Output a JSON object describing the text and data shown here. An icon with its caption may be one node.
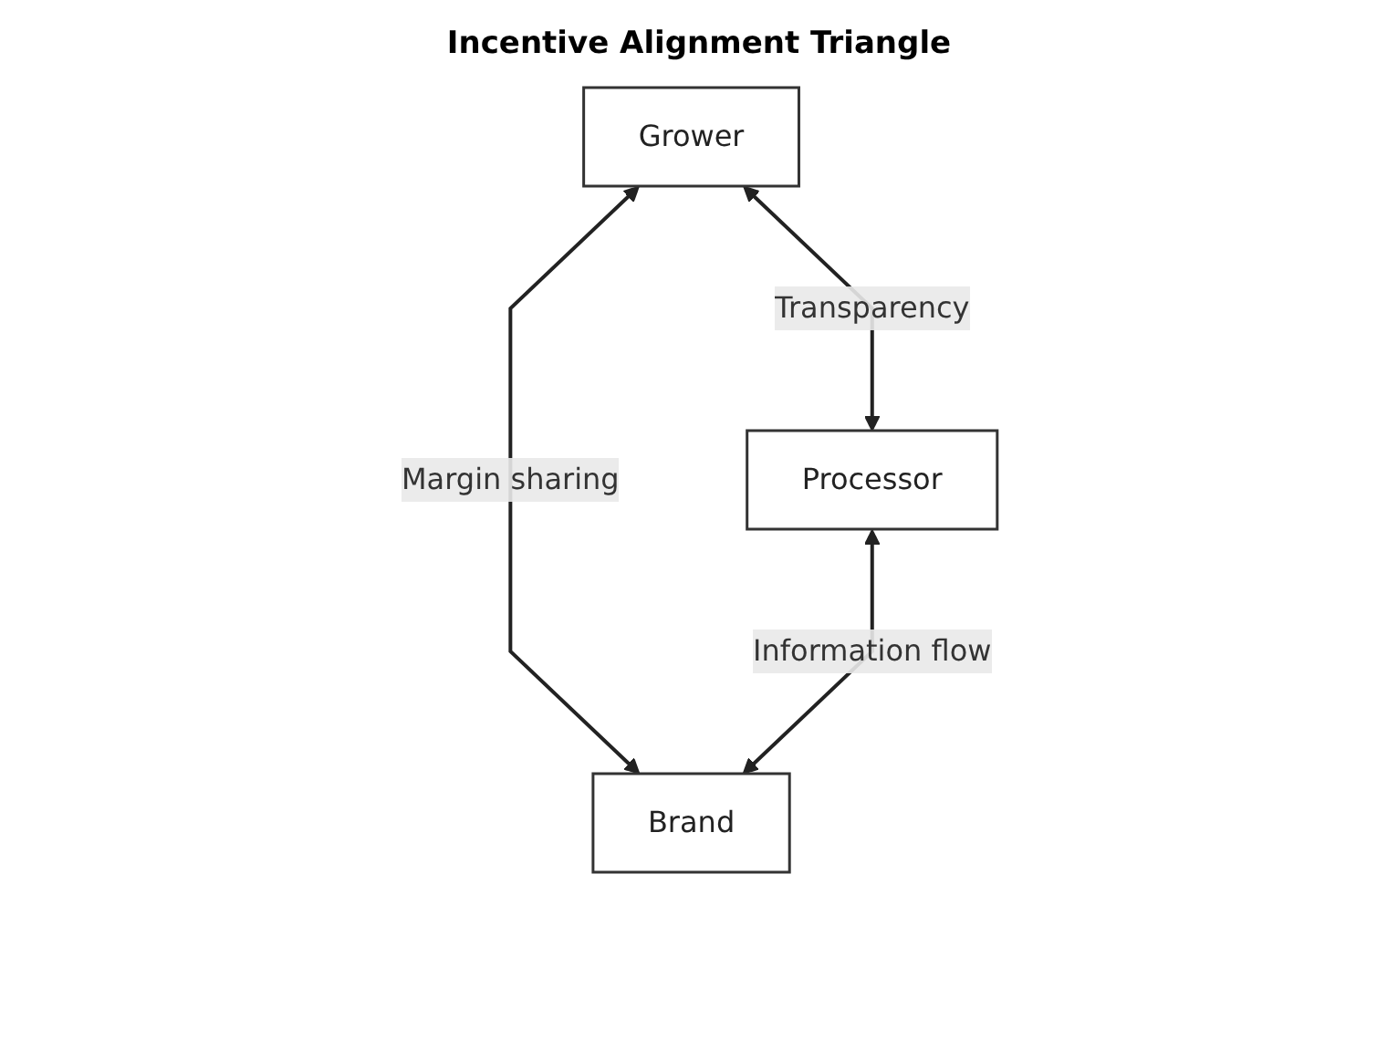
{
  "diagram": {
    "title": "Incentive Alignment Triangle",
    "nodes": [
      {
        "text": [
          "Grower"
        ]
      },
      {
        "text": [
          "Processor"
        ]
      },
      {
        "text": [
          "Brand"
        ]
      }
    ],
    "edges": [
      {
        "from": 0,
        "to": 1,
        "arrow": "both",
        "label": "Transparency"
      },
      {
        "from": 0,
        "to": 2,
        "arrow": "both",
        "label": "Margin sharing"
      },
      {
        "from": 1,
        "to": 2,
        "arrow": "both",
        "label": "Information flow"
      }
    ]
  }
}
